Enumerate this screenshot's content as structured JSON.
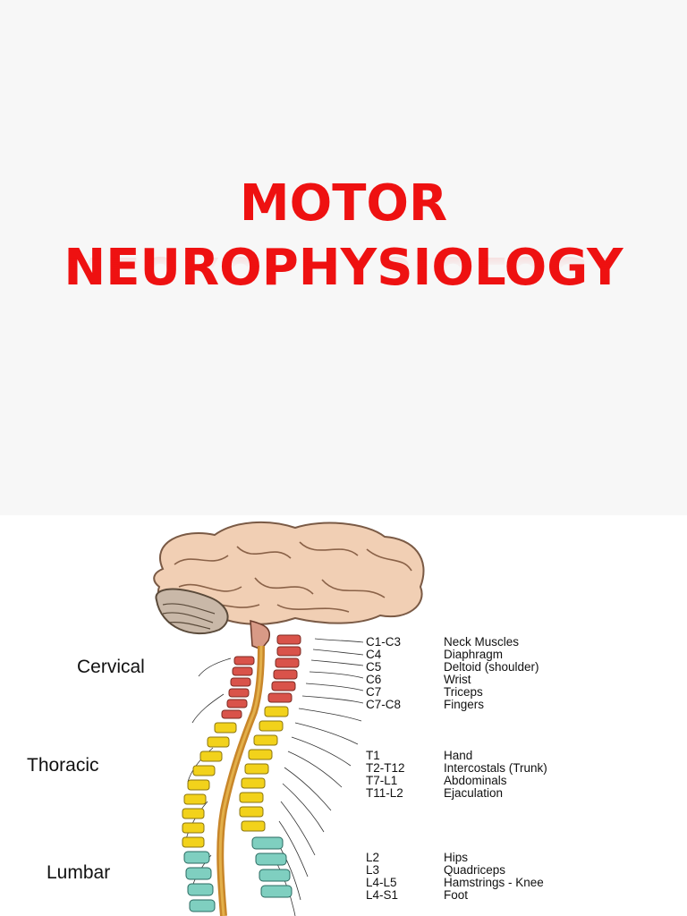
{
  "slide": {
    "title_line1": "MOTOR",
    "title_line2": "NEUROPHYSIOLOGY",
    "title_color": "#ee1111"
  },
  "diagram": {
    "regions": [
      "Cervical",
      "Thoracic",
      "Lumbar"
    ],
    "cervical": [
      {
        "level": "C1-C3",
        "function": "Neck Muscles"
      },
      {
        "level": "C4",
        "function": "Diaphragm"
      },
      {
        "level": "C5",
        "function": "Deltoid (shoulder)"
      },
      {
        "level": "C6",
        "function": "Wrist"
      },
      {
        "level": "C7",
        "function": "Triceps"
      },
      {
        "level": "C7-C8",
        "function": "Fingers"
      }
    ],
    "thoracic": [
      {
        "level": "T1",
        "function": "Hand"
      },
      {
        "level": "T2-T12",
        "function": "Intercostals (Trunk)"
      },
      {
        "level": "T7-L1",
        "function": "Abdominals"
      },
      {
        "level": "T11-L2",
        "function": "Ejaculation"
      }
    ],
    "lumbar": [
      {
        "level": "L2",
        "function": "Hips"
      },
      {
        "level": "L3",
        "function": "Quadriceps"
      },
      {
        "level": "L4-L5",
        "function": "Hamstrings - Knee"
      },
      {
        "level": "L4-S1",
        "function": "Foot"
      }
    ],
    "colors": {
      "cervical": "#d9534a",
      "thoracic": "#f2d21b",
      "lumbar": "#7fcfc0",
      "brain": "#f1cfb4",
      "cord": "#c8862a"
    }
  }
}
